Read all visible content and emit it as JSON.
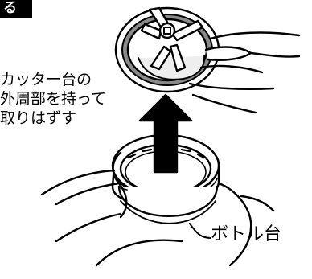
{
  "header": {
    "badge_text": "る"
  },
  "instruction": {
    "lines": [
      "カッター台の",
      "外周部を持って",
      "取りはずす"
    ]
  },
  "labels": {
    "bottle_base": "ボトル台"
  },
  "illustration": {
    "parts": [
      "cutter-blade-assembly",
      "bottle-base-ring",
      "upward-arrow",
      "hands"
    ]
  },
  "colors": {
    "ink": "#000000",
    "background": "#ffffff",
    "ring": "#8a8a8a"
  }
}
